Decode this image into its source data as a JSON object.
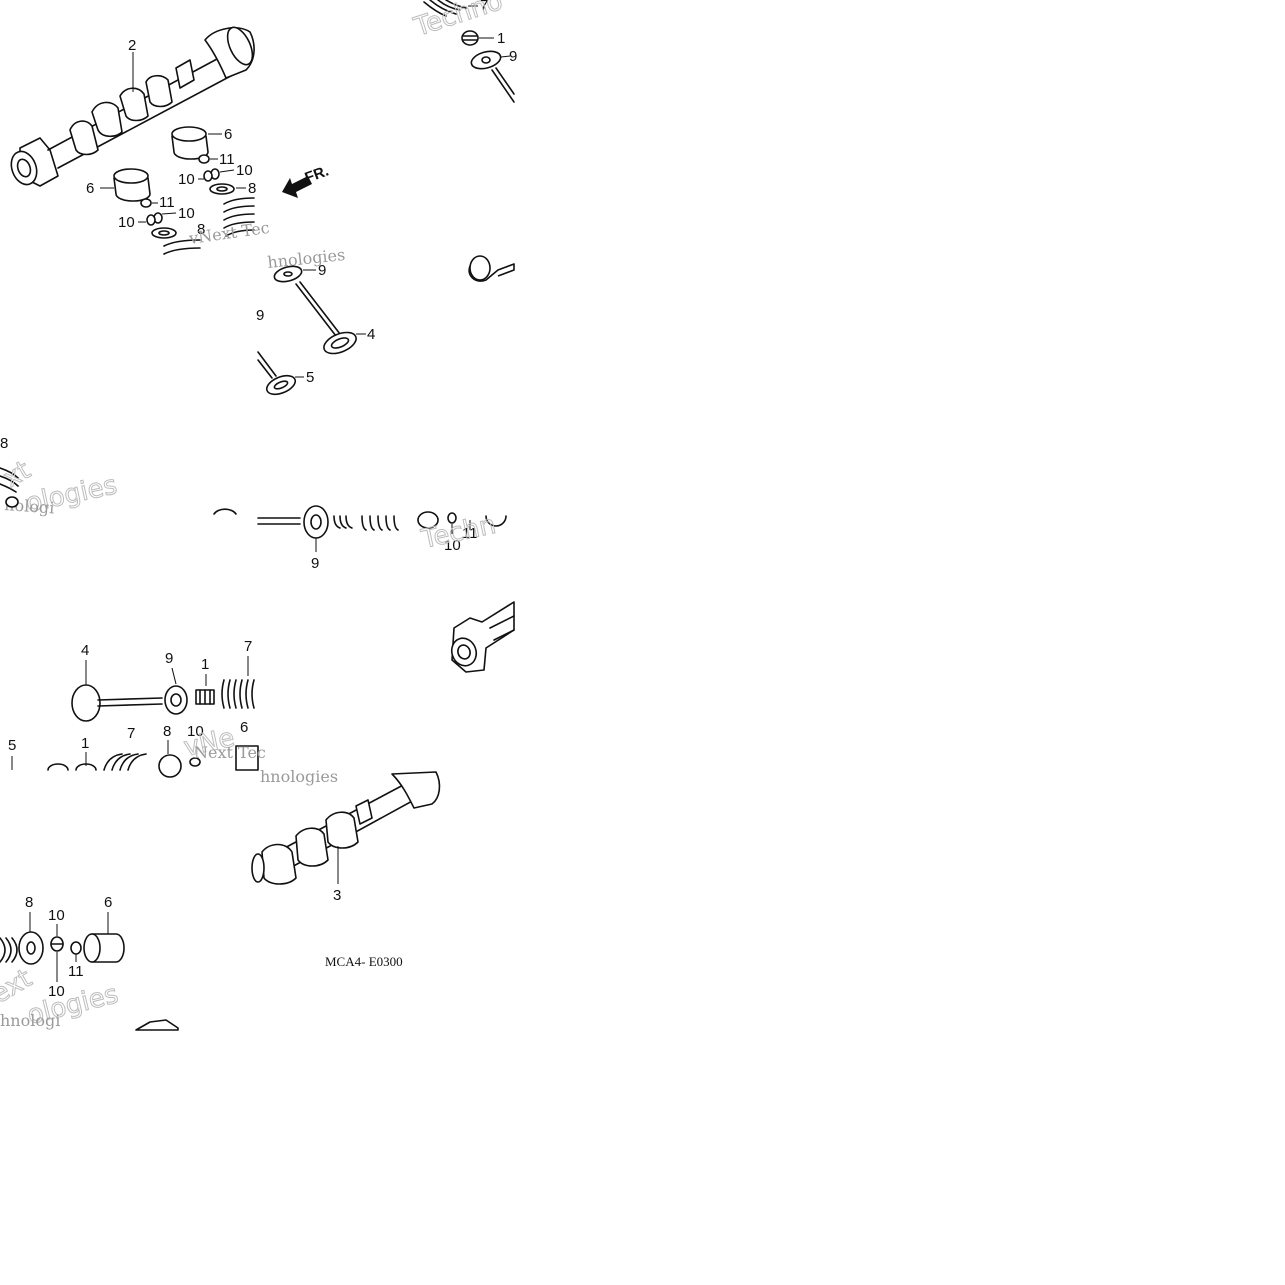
{
  "diagram": {
    "drawing_code": "MCA4- E0300",
    "direction_label": "FR.",
    "part_numbers": [
      "1",
      "2",
      "3",
      "4",
      "5",
      "6",
      "7",
      "8",
      "9",
      "10",
      "11"
    ],
    "watermarks": [
      "Technologies",
      "vNext",
      "Next Technologies",
      "Tec"
    ]
  }
}
